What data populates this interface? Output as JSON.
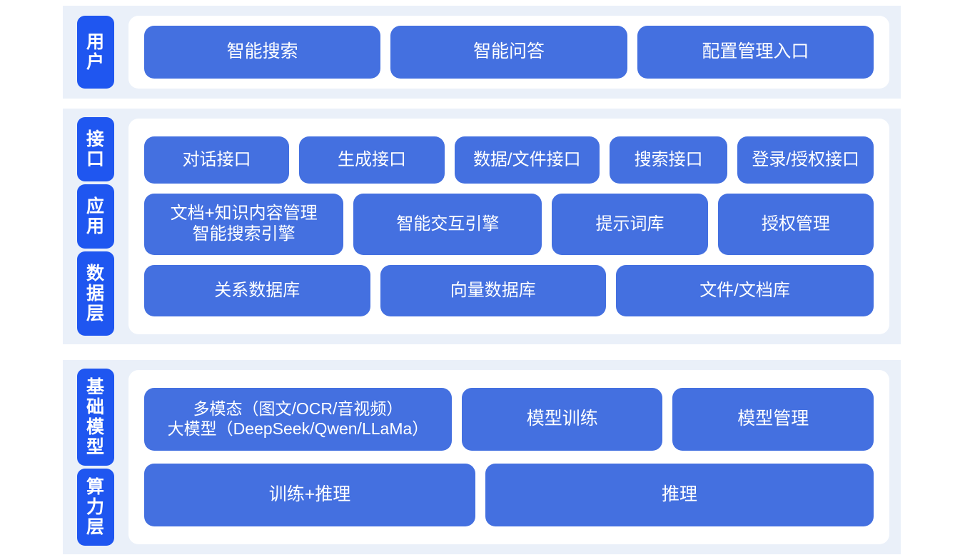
{
  "colors": {
    "page_background": "#ffffff",
    "group_background": "#eaf0f9",
    "panel_background": "#ffffff",
    "layer_label_blue": "#1f56f0",
    "cell_blue": "#4470e0",
    "text_white": "#ffffff"
  },
  "groups": [
    {
      "id": "user",
      "labels": [
        {
          "text": "用户"
        }
      ],
      "rows": [
        {
          "id": "user-entries",
          "cells": [
            {
              "text": "智能搜索"
            },
            {
              "text": "智能问答"
            },
            {
              "text": "配置管理入口"
            }
          ]
        }
      ]
    },
    {
      "id": "platform",
      "labels": [
        {
          "text": "接口"
        },
        {
          "text": "应用"
        },
        {
          "text": "数据层"
        }
      ],
      "rows": [
        {
          "id": "interface",
          "cells": [
            {
              "text": "对话接口"
            },
            {
              "text": "生成接口"
            },
            {
              "text": "数据/文件接口"
            },
            {
              "text": "搜索接口"
            },
            {
              "text": "登录/授权接口"
            }
          ]
        },
        {
          "id": "application",
          "cells": [
            {
              "text": "文档+知识内容管理\n智能搜索引擎"
            },
            {
              "text": "智能交互引擎"
            },
            {
              "text": "提示词库"
            },
            {
              "text": "授权管理"
            }
          ]
        },
        {
          "id": "data",
          "cells": [
            {
              "text": "关系数据库"
            },
            {
              "text": "向量数据库"
            },
            {
              "text": "文件/文档库"
            }
          ]
        }
      ]
    },
    {
      "id": "infrastructure",
      "labels": [
        {
          "text": "基础模型"
        },
        {
          "text": "算力层"
        }
      ],
      "rows": [
        {
          "id": "model",
          "cells": [
            {
              "text": "多模态（图文/OCR/音视频）\n大模型（DeepSeek/Qwen/LLaMa）"
            },
            {
              "text": "模型训练"
            },
            {
              "text": "模型管理"
            }
          ]
        },
        {
          "id": "compute",
          "cells": [
            {
              "text": "训练+推理"
            },
            {
              "text": "推理"
            }
          ]
        }
      ]
    }
  ]
}
